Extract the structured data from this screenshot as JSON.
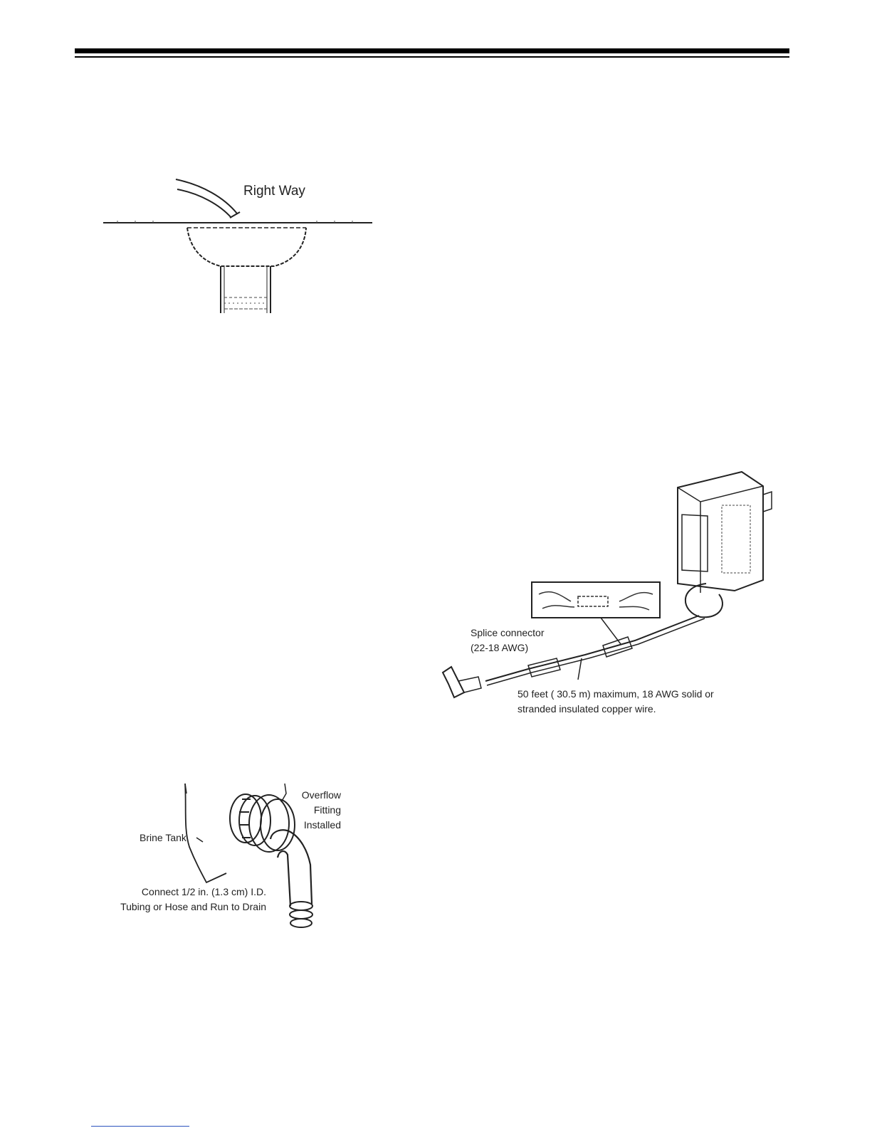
{
  "figures": {
    "drain": {
      "label": "Right Way"
    },
    "overflow": {
      "overflow_label": [
        "Overflow",
        "Fitting",
        "Installed"
      ],
      "brine_tank_label": "Brine Tank",
      "connect_label": [
        "Connect 1/2 in. (1.3 cm) I.D.",
        "Tubing or Hose and Run to Drain"
      ]
    },
    "wiring": {
      "splice_label": [
        "Splice connector",
        "(22-18 AWG)"
      ],
      "wire_label": [
        "50 feet ( 30.5 m) maximum, 18 AWG solid or",
        "stranded insulated copper wire."
      ]
    }
  }
}
